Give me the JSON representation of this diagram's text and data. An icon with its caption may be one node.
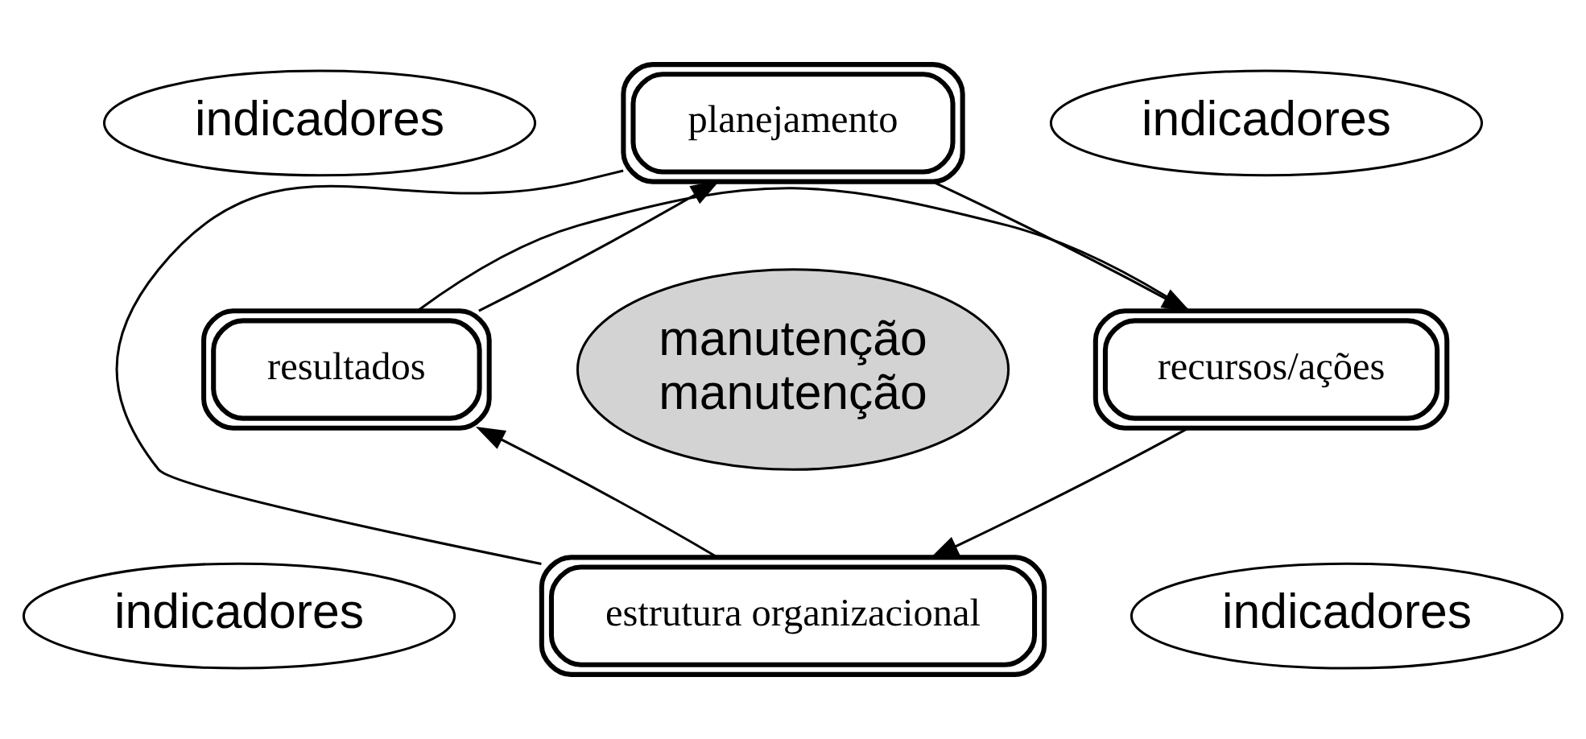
{
  "diagram": {
    "nodes": [
      {
        "text": [
          "planejamento"
        ]
      },
      {
        "text": [
          "recursos/ações"
        ]
      },
      {
        "text": [
          "estrutura organizacional"
        ]
      },
      {
        "text": [
          "resultados"
        ]
      },
      {
        "text": [
          "indicadores"
        ]
      },
      {
        "text": [
          "indicadores"
        ]
      },
      {
        "text": [
          "indicadores"
        ]
      },
      {
        "text": [
          "indicadores"
        ]
      },
      {
        "text": [
          "manutenção",
          "manutenção"
        ]
      }
    ],
    "edges": [
      {
        "from": 0,
        "to": 1,
        "arrow": "to"
      },
      {
        "from": 1,
        "to": 2,
        "arrow": "to"
      },
      {
        "from": 2,
        "to": 3,
        "arrow": "to"
      },
      {
        "from": 3,
        "to": 0,
        "arrow": "to"
      },
      {
        "from": 0,
        "to": 2,
        "arrow": "none"
      },
      {
        "from": 3,
        "to": 1,
        "arrow": "none"
      }
    ]
  }
}
